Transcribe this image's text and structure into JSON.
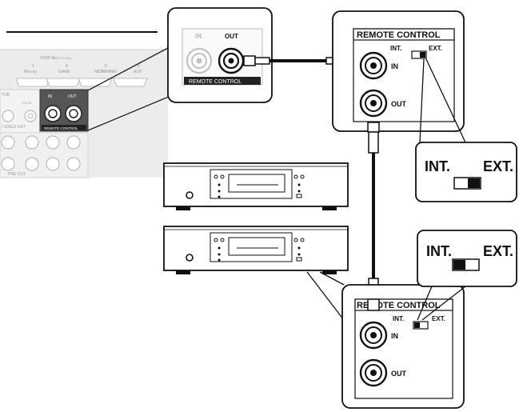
{
  "receiver": {
    "hdmi_in_header": "HDMI IN",
    "hdmi_in_header_sub": "(HDCP 2.2/4K)",
    "hdmi_ports": [
      {
        "number": "3",
        "name": "Blu-ray"
      },
      {
        "number": "4",
        "name": "GAME"
      },
      {
        "number": "5",
        "name": "MEDIA PLAYER"
      },
      {
        "number": "6",
        "name": "AUX"
      }
    ],
    "monitor_label": "TOR",
    "pb_label": "Pb/Cb",
    "video_out_label": "/ VIDEO OUT",
    "pre_out_label": "PRE OUT",
    "remote_in_label": "IN",
    "remote_out_label": "OUT",
    "remote_control_label": "REMOTE CONTROL"
  },
  "callout_receiver": {
    "in_label": "IN",
    "out_label": "OUT",
    "section_label": "REMOTE CONTROL"
  },
  "device_top_panel": {
    "title": "REMOTE CONTROL",
    "int_label": "INT.",
    "ext_label": "EXT.",
    "in_label": "IN",
    "out_label": "OUT"
  },
  "switch_top": {
    "int_label": "INT.",
    "ext_label": "EXT.",
    "position": "EXT."
  },
  "switch_bottom": {
    "int_label": "INT.",
    "ext_label": "EXT.",
    "position": "INT."
  },
  "device_bottom_panel": {
    "title": "REMOTE CONTROL",
    "int_label": "INT.",
    "ext_label": "EXT.",
    "in_label": "IN",
    "out_label": "OUT"
  }
}
